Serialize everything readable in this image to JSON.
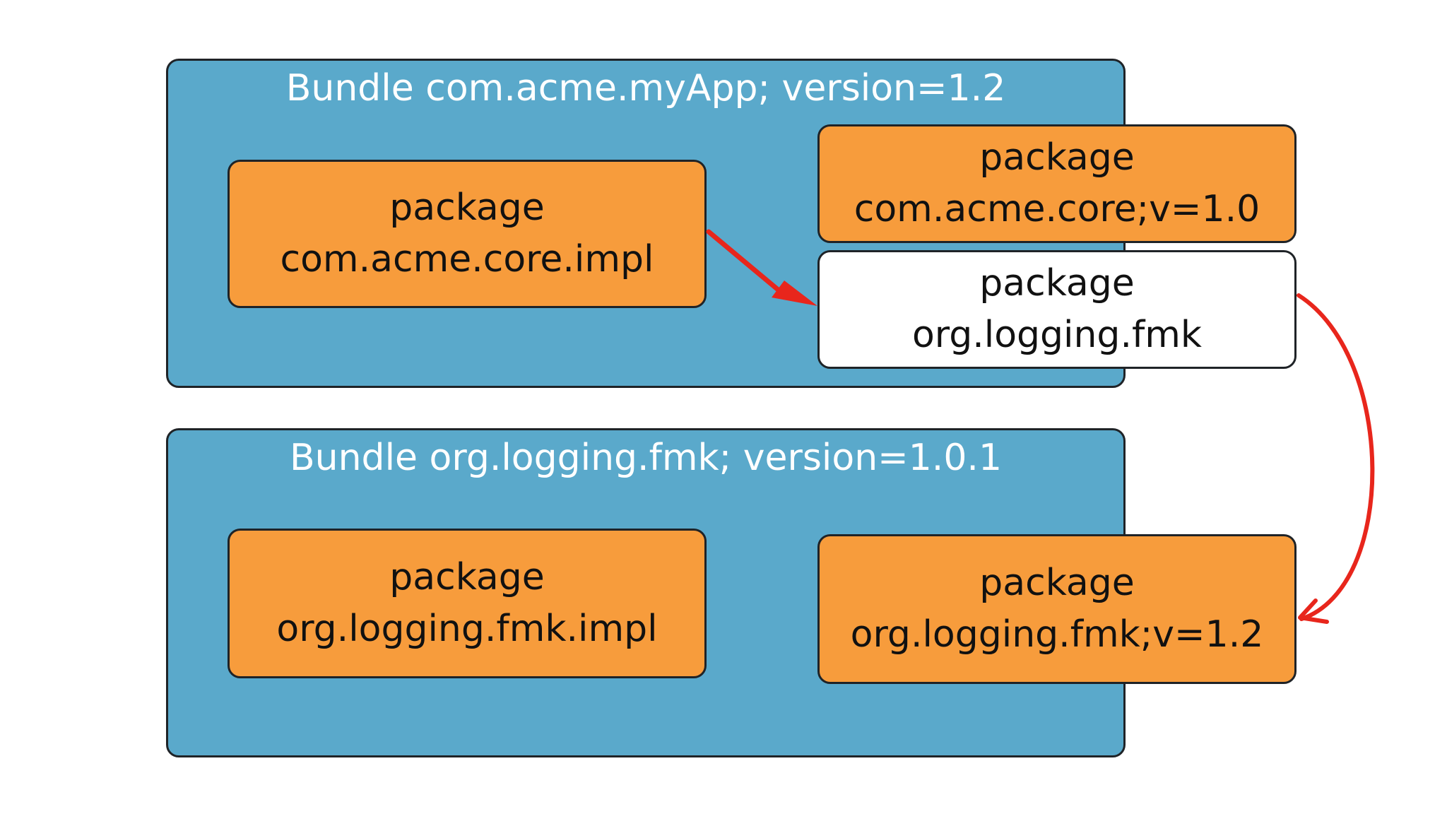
{
  "colors": {
    "bundle_fill": "#5aa9cb",
    "package_fill": "#f79c3c",
    "imported_package_fill": "#ffffff",
    "arrow": "#e8261c"
  },
  "bundles": [
    {
      "title": "Bundle com.acme.myApp; version=1.2",
      "packages": [
        {
          "keyword": "package",
          "name": "com.acme.core.impl"
        },
        {
          "keyword": "package",
          "name": "com.acme.core;v=1.0"
        },
        {
          "keyword": "package",
          "name": "org.logging.fmk"
        }
      ]
    },
    {
      "title": "Bundle org.logging.fmk; version=1.0.1",
      "packages": [
        {
          "keyword": "package",
          "name": "org.logging.fmk.impl"
        },
        {
          "keyword": "package",
          "name": "org.logging.fmk;v=1.2"
        }
      ]
    }
  ],
  "edges": [
    {
      "from": "com.acme.core.impl",
      "to": "org.logging.fmk"
    },
    {
      "from": "org.logging.fmk",
      "to": "org.logging.fmk;v=1.2"
    }
  ]
}
